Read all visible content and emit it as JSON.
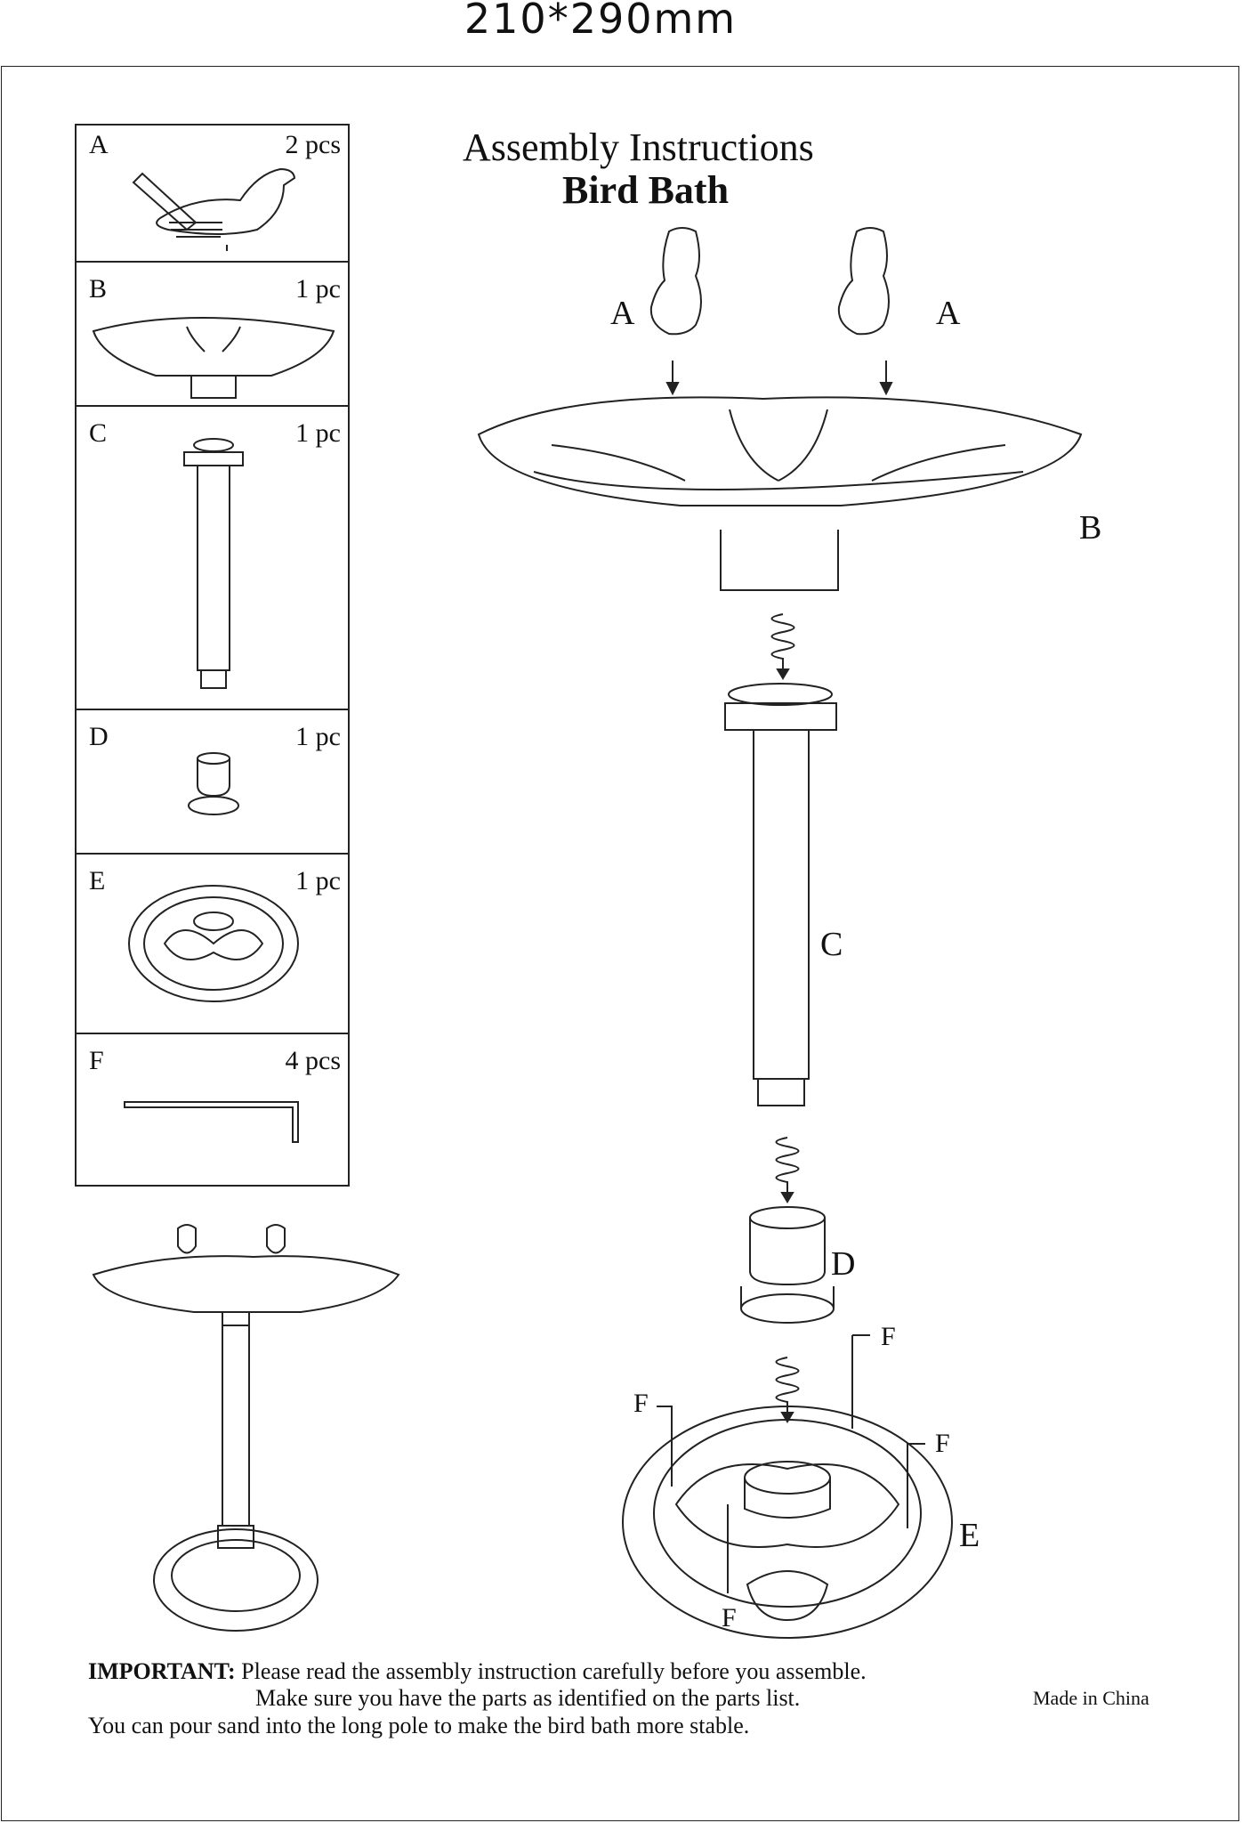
{
  "sheet_size": "210*290mm",
  "title": "Assembly Instructions",
  "subtitle": "Bird Bath",
  "parts": [
    {
      "letter": "A",
      "qty": "2 pcs"
    },
    {
      "letter": "B",
      "qty": "1 pc"
    },
    {
      "letter": "C",
      "qty": "1 pc"
    },
    {
      "letter": "D",
      "qty": "1 pc"
    },
    {
      "letter": "E",
      "qty": "1 pc"
    },
    {
      "letter": "F",
      "qty": "4 pcs"
    }
  ],
  "diagram_labels": {
    "a1": "A",
    "a2": "A",
    "b": "B",
    "c": "C",
    "d": "D",
    "e": "E",
    "f1": "F",
    "f2": "F",
    "f3": "F",
    "f4": "F"
  },
  "notes": {
    "important_label": "IMPORTANT:",
    "line1": "Please read the assembly instruction carefully before you assemble.",
    "line2": "Make sure you have the parts as identified on the parts list.",
    "line3": "You can pour sand into the long pole to make the bird bath more stable.",
    "made_in": "Made in China"
  }
}
